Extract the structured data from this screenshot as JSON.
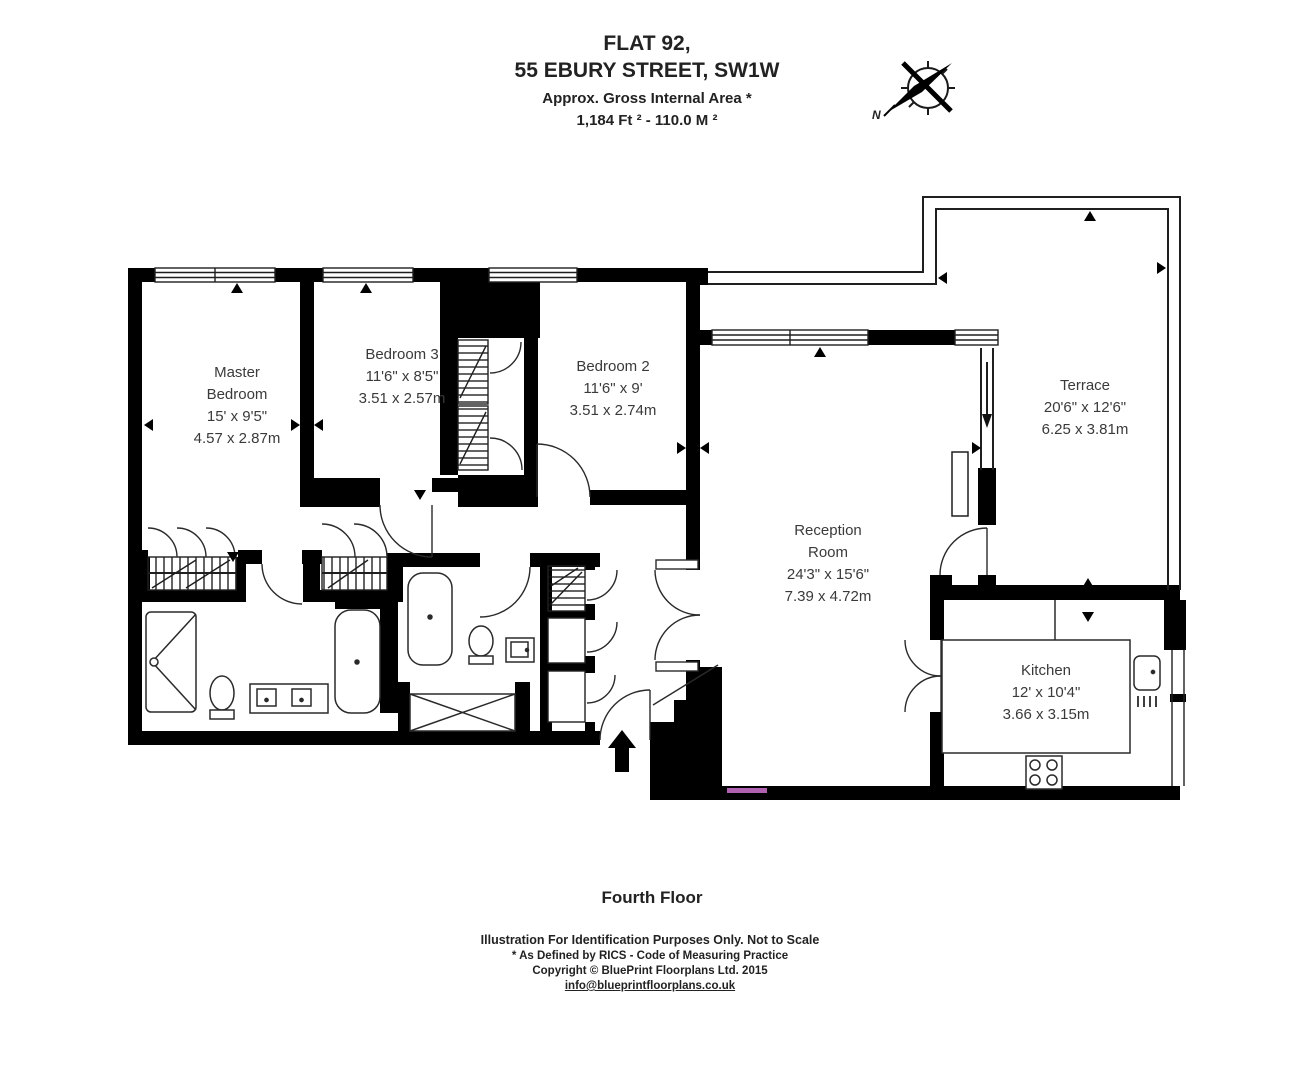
{
  "title": {
    "line1": "FLAT 92,",
    "line2": "55 EBURY STREET, SW1W",
    "line3": "Approx. Gross Internal Area *",
    "line4": "1,184 Ft ²  -  110.0 M ²"
  },
  "compass": {
    "north_label": "N"
  },
  "rooms": [
    {
      "id": "master-bedroom",
      "name": "Master Bedroom",
      "dims_imperial": "15' x 9'5\"",
      "dims_metric": "4.57 x 2.87m"
    },
    {
      "id": "bedroom-3",
      "name": "Bedroom 3",
      "dims_imperial": "11'6\" x 8'5\"",
      "dims_metric": "3.51 x 2.57m"
    },
    {
      "id": "bedroom-2",
      "name": "Bedroom 2",
      "dims_imperial": "11'6\" x 9'",
      "dims_metric": "3.51 x 2.74m"
    },
    {
      "id": "terrace",
      "name": "Terrace",
      "dims_imperial": "20'6\" x 12'6\"",
      "dims_metric": "6.25 x 3.81m"
    },
    {
      "id": "reception-room",
      "name": "Reception Room",
      "dims_imperial": "24'3\" x 15'6\"",
      "dims_metric": "7.39 x 4.72m"
    },
    {
      "id": "kitchen",
      "name": "Kitchen",
      "dims_imperial": "12' x 10'4\"",
      "dims_metric": "3.66 x 3.15m"
    }
  ],
  "floor_label": "Fourth Floor",
  "footer": {
    "disclaimer": "Illustration For Identification Purposes Only. Not to Scale",
    "rics_note": "* As Defined by RICS - Code of Measuring Practice",
    "copyright": "Copyright © BluePrint Floorplans Ltd.  2015",
    "email": "info@blueprintfloorplans.co.uk"
  },
  "colors": {
    "wall": "#000000",
    "label_text": "#3a3a3a",
    "highlight_artifact": "#cf72cf"
  }
}
